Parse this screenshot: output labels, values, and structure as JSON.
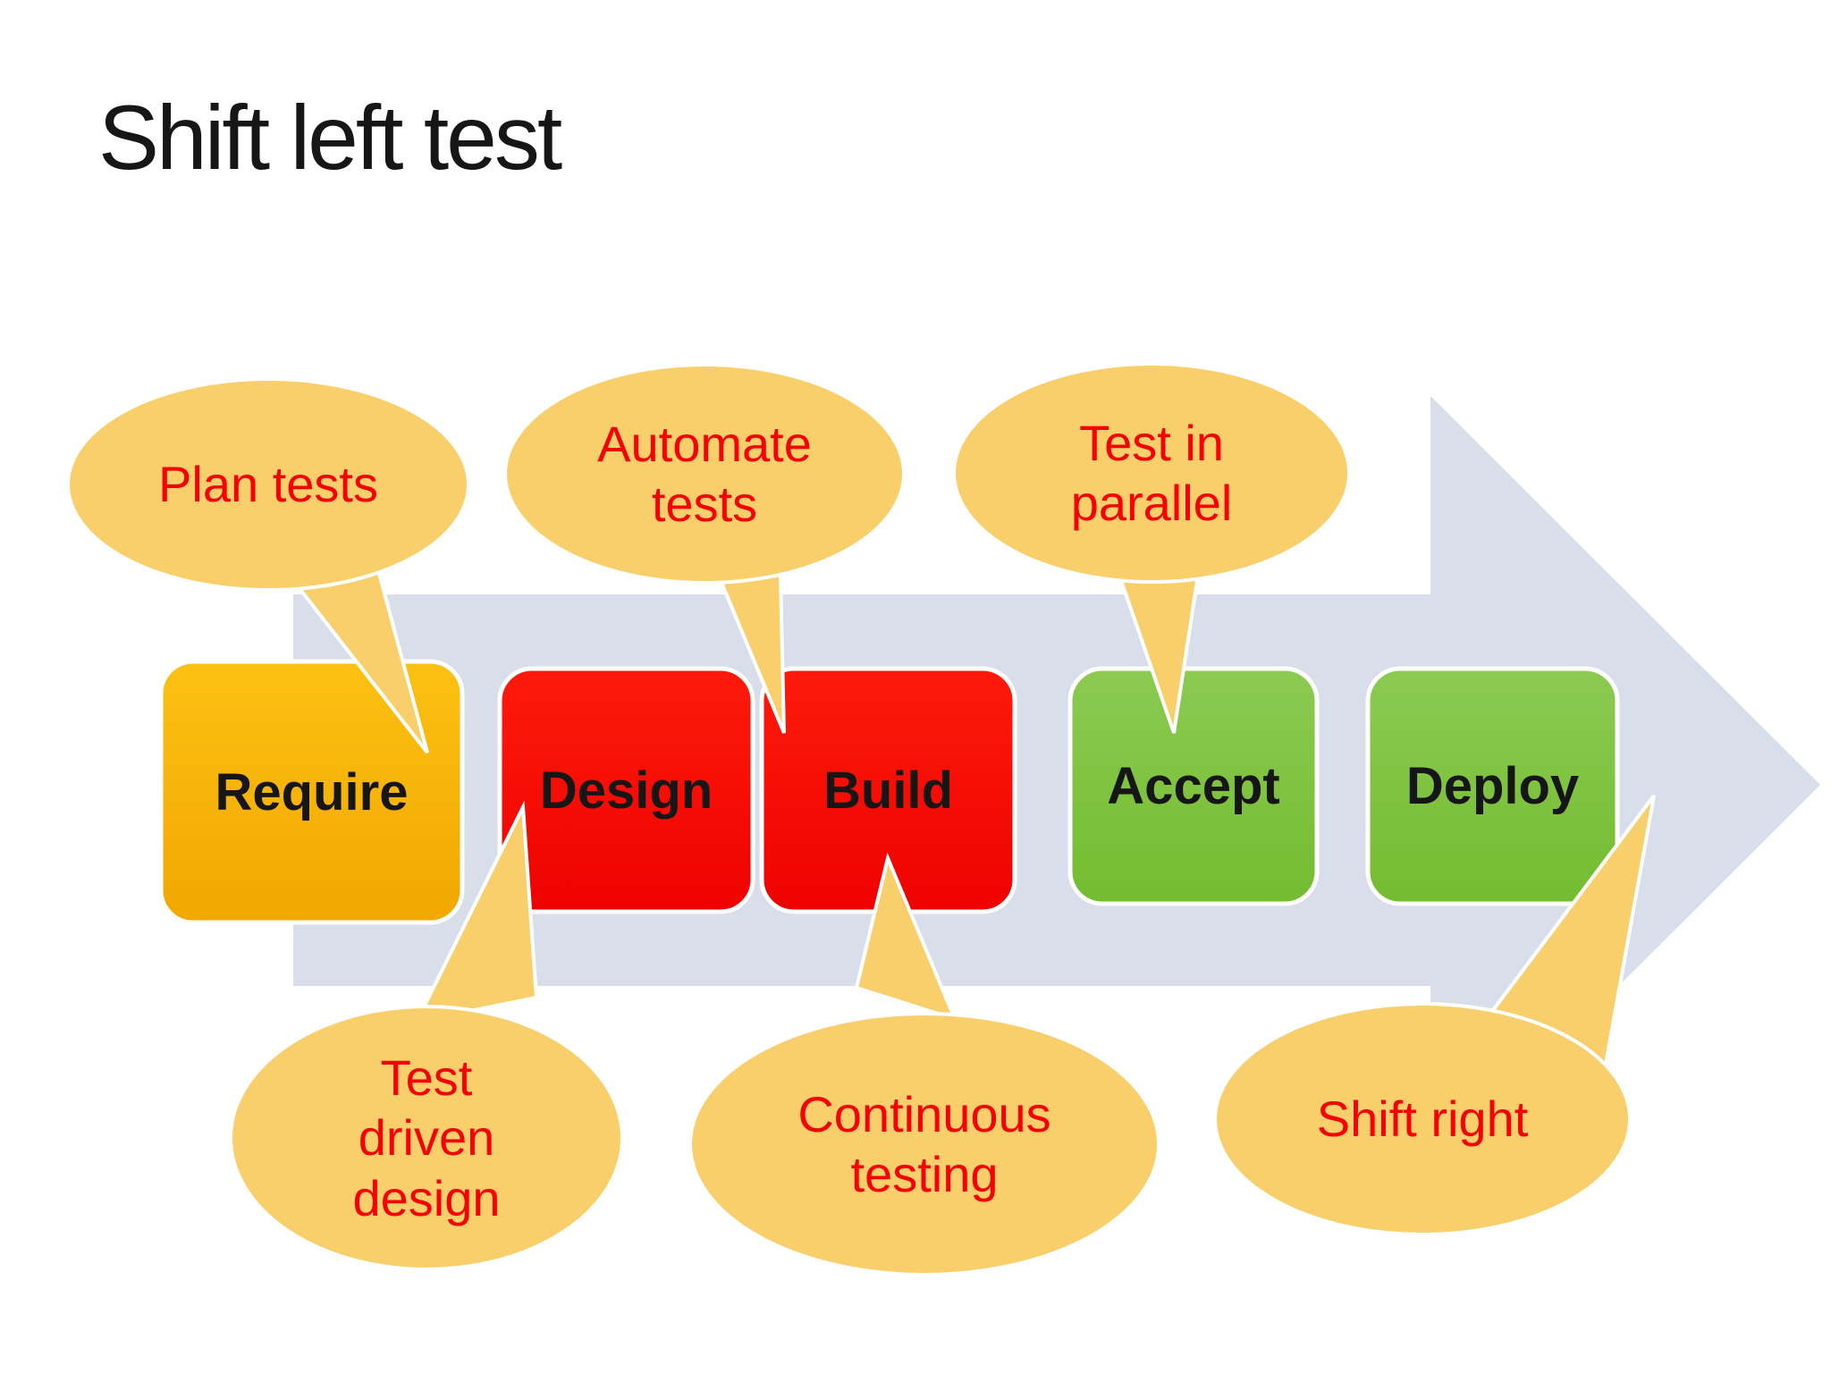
{
  "title": "Shift left test",
  "colors": {
    "background": "#FFFFFF",
    "arrow": "#D8DEEA",
    "bubble_fill": "#F8CF6B",
    "bubble_text": "#F60000",
    "stage_gold": "#F7B30A",
    "stage_red": "#F90D02",
    "stage_green": "#7EC23E",
    "stage_label": "#161616",
    "outline": "#FFFFFF"
  },
  "stages": [
    {
      "label": "Require",
      "color": "gold"
    },
    {
      "label": "Design",
      "color": "red"
    },
    {
      "label": "Build",
      "color": "red"
    },
    {
      "label": "Accept",
      "color": "green"
    },
    {
      "label": "Deploy",
      "color": "green"
    }
  ],
  "callouts": [
    {
      "text": "Plan tests",
      "row": "top"
    },
    {
      "text": "Automate\ntests",
      "row": "top"
    },
    {
      "text": "Test in\nparallel",
      "row": "top"
    },
    {
      "text": "Test\ndriven\ndesign",
      "row": "bottom"
    },
    {
      "text": "Continuous\ntesting",
      "row": "bottom"
    },
    {
      "text": "Shift right",
      "row": "bottom"
    }
  ]
}
